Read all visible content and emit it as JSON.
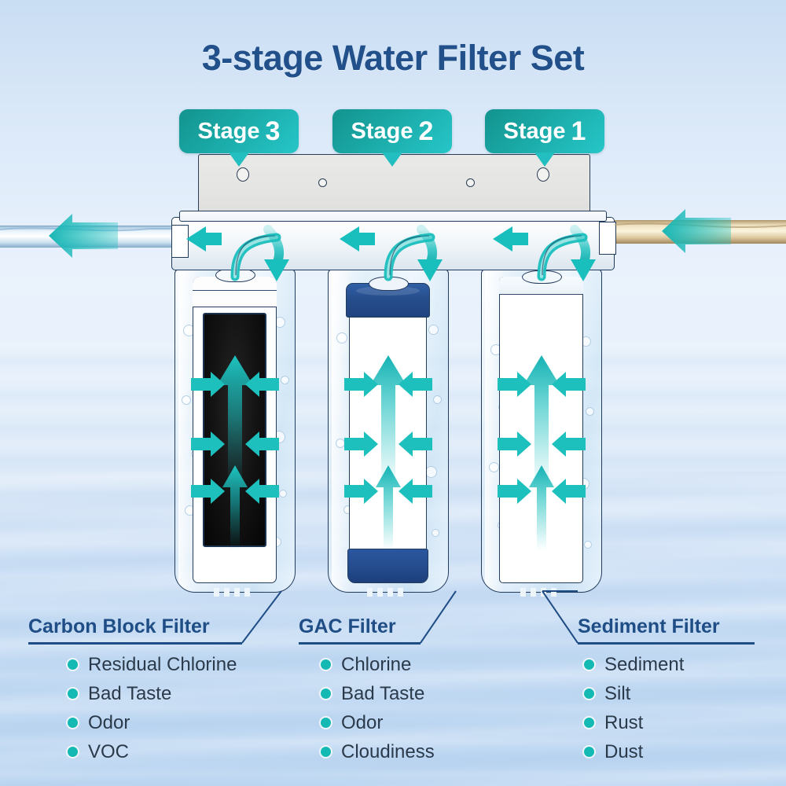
{
  "title": "3-stage Water Filter Set",
  "colors": {
    "title_navy": "#22508a",
    "badge_teal_dark": "#13938f",
    "badge_teal_light": "#26c6c8",
    "arrow_teal": "#19bfbd",
    "bullet_teal": "#14b9b3",
    "label_navy": "#1f4d85",
    "list_text": "#2b3a4a",
    "carbon_core": "#121212",
    "gac_cap_blue": "#244b8c",
    "bracket_grey": "#e6e6e4",
    "dirty_water": "#e3d3ab",
    "clean_water": "#dceaf6"
  },
  "badges": [
    {
      "id": "stage-3",
      "label": "Stage",
      "number": "3"
    },
    {
      "id": "stage-2",
      "label": "Stage",
      "number": "2"
    },
    {
      "id": "stage-1",
      "label": "Stage",
      "number": "1"
    }
  ],
  "flow": {
    "inlet_icon": "arrow-left-icon",
    "inlet_label": "dirty-water-inlet",
    "outlet_icon": "arrow-left-icon",
    "outlet_label": "clean-water-outlet"
  },
  "filters": [
    {
      "id": "carbon-block",
      "title": "Carbon Block Filter",
      "items": [
        "Residual Chlorine",
        "Bad Taste",
        "Odor",
        "VOC"
      ]
    },
    {
      "id": "gac",
      "title": "GAC Filter",
      "items": [
        "Chlorine",
        "Bad Taste",
        "Odor",
        "Cloudiness"
      ]
    },
    {
      "id": "sediment",
      "title": "Sediment Filter",
      "items": [
        "Sediment",
        "Silt",
        "Rust",
        "Dust"
      ]
    }
  ]
}
